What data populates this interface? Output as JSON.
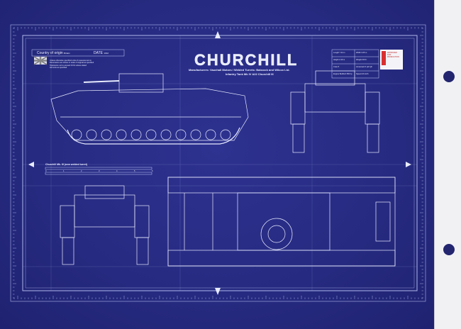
{
  "title": "CHURCHILL",
  "manufacturer": "Manufacturers: Vauxhall Motors / Welded Turrets: Babcock and Wilcox Ltd.",
  "model": "Infantry Tank Mk IV A22  Churchill III",
  "info_box": {
    "country_label": "Country of origin",
    "country_value": "Britain",
    "date_label": "DATE",
    "date_value": "1942",
    "notes": [
      "Unless otherwise specified units of measurement in",
      "Dimensions are shown in scale of original as specified",
      "Tolerances not to exceed ±0.01 unless stated",
      "All rivets as specified"
    ]
  },
  "scale": {
    "title": "Churchill Mk. III (new welded turret)",
    "ticks": [
      "0",
      "1",
      "2",
      "3",
      "4",
      "5",
      "6"
    ]
  },
  "title_block": {
    "rows": [
      "Length 7.44 m",
      "Width 3.25 m",
      "Height 2.49 m",
      "Weight 39.5 t",
      "Crew 5",
      "Armament 6 pdr QF",
      "Engine Bedford 350 hp",
      "Speed 24 km/h"
    ],
    "stamp": [
      "APPROVED",
      "FOR",
      "PRODUCTION"
    ]
  },
  "colors": {
    "paper": "#26287e",
    "ink": "#e8ecff",
    "stamp_red": "#d83030"
  }
}
